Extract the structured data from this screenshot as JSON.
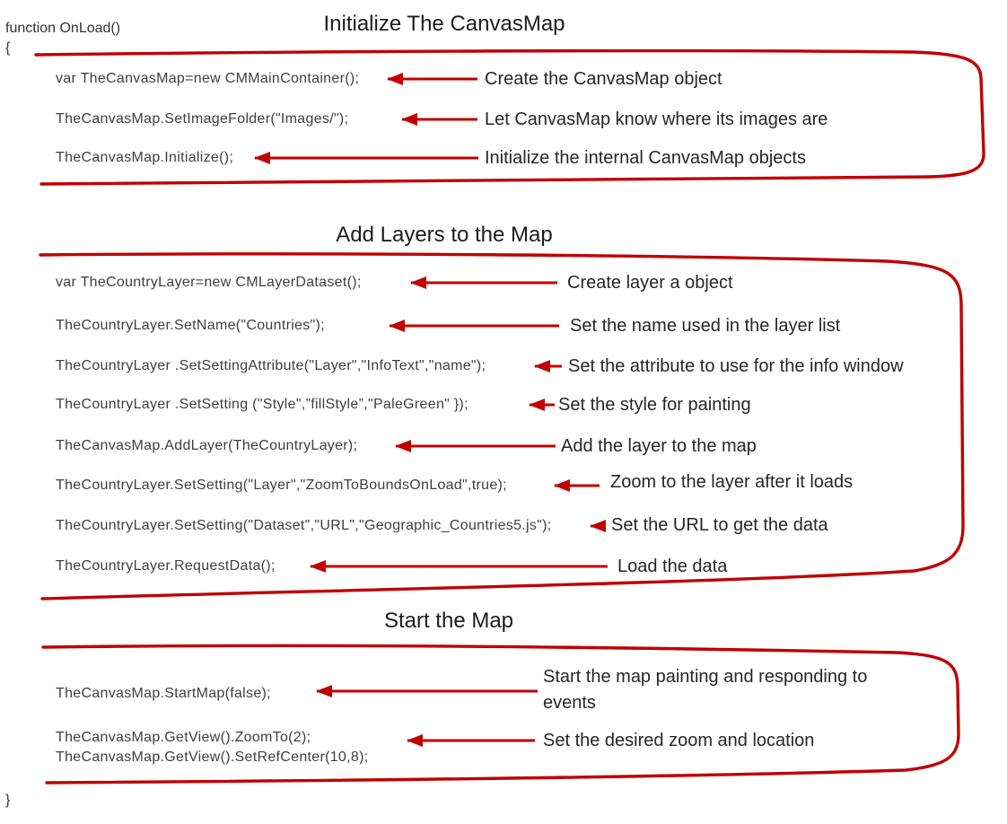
{
  "header": {
    "function_line": "function OnLoad()",
    "open_brace": "{",
    "close_brace": "}"
  },
  "colors": {
    "accent_red": "#c00000",
    "code_text": "#3f3f3f",
    "note_text": "#262626",
    "title_text": "#1c1c1c",
    "background": "#ffffff"
  },
  "sections": [
    {
      "title": "Initialize The CanvasMap",
      "rows": [
        {
          "code": "var TheCanvasMap=new CMMainContainer();",
          "note": "Create the CanvasMap object"
        },
        {
          "code": "TheCanvasMap.SetImageFolder(\"Images/\");",
          "note": "Let CanvasMap know where its images are"
        },
        {
          "code": "TheCanvasMap.Initialize();",
          "note": "Initialize the internal CanvasMap objects"
        }
      ]
    },
    {
      "title": "Add Layers to the Map",
      "rows": [
        {
          "code": "var TheCountryLayer=new CMLayerDataset();",
          "note": "Create layer a object"
        },
        {
          "code": "TheCountryLayer.SetName(\"Countries\");",
          "note": "Set the name used in the layer list"
        },
        {
          "code": "TheCountryLayer .SetSettingAttribute(\"Layer\",\"InfoText\",\"name\");",
          "note": "Set the attribute to use for the info window"
        },
        {
          "code": "TheCountryLayer .SetSetting (\"Style\",”fillStyle”,\"PaleGreen\" });",
          "note": "Set the style for painting"
        },
        {
          "code": "TheCanvasMap.AddLayer(TheCountryLayer);",
          "note": "Add the layer to the map"
        },
        {
          "code": "TheCountryLayer.SetSetting(\"Layer\",\"ZoomToBoundsOnLoad\",true);",
          "note": "Zoom to the layer after it loads"
        },
        {
          "code": "TheCountryLayer.SetSetting(\"Dataset\",\"URL\",\"Geographic_Countries5.js\");",
          "note": "Set the URL to get the data"
        },
        {
          "code": "TheCountryLayer.RequestData();",
          "note": "Load the data"
        }
      ]
    },
    {
      "title": "Start the Map",
      "rows": [
        {
          "code": "TheCanvasMap.StartMap(false);",
          "note": "Start the map painting and responding to events"
        },
        {
          "code": "TheCanvasMap.GetView().ZoomTo(2);",
          "code2": "TheCanvasMap.GetView().SetRefCenter(10,8);",
          "note": "Set the desired zoom and location"
        }
      ]
    }
  ]
}
